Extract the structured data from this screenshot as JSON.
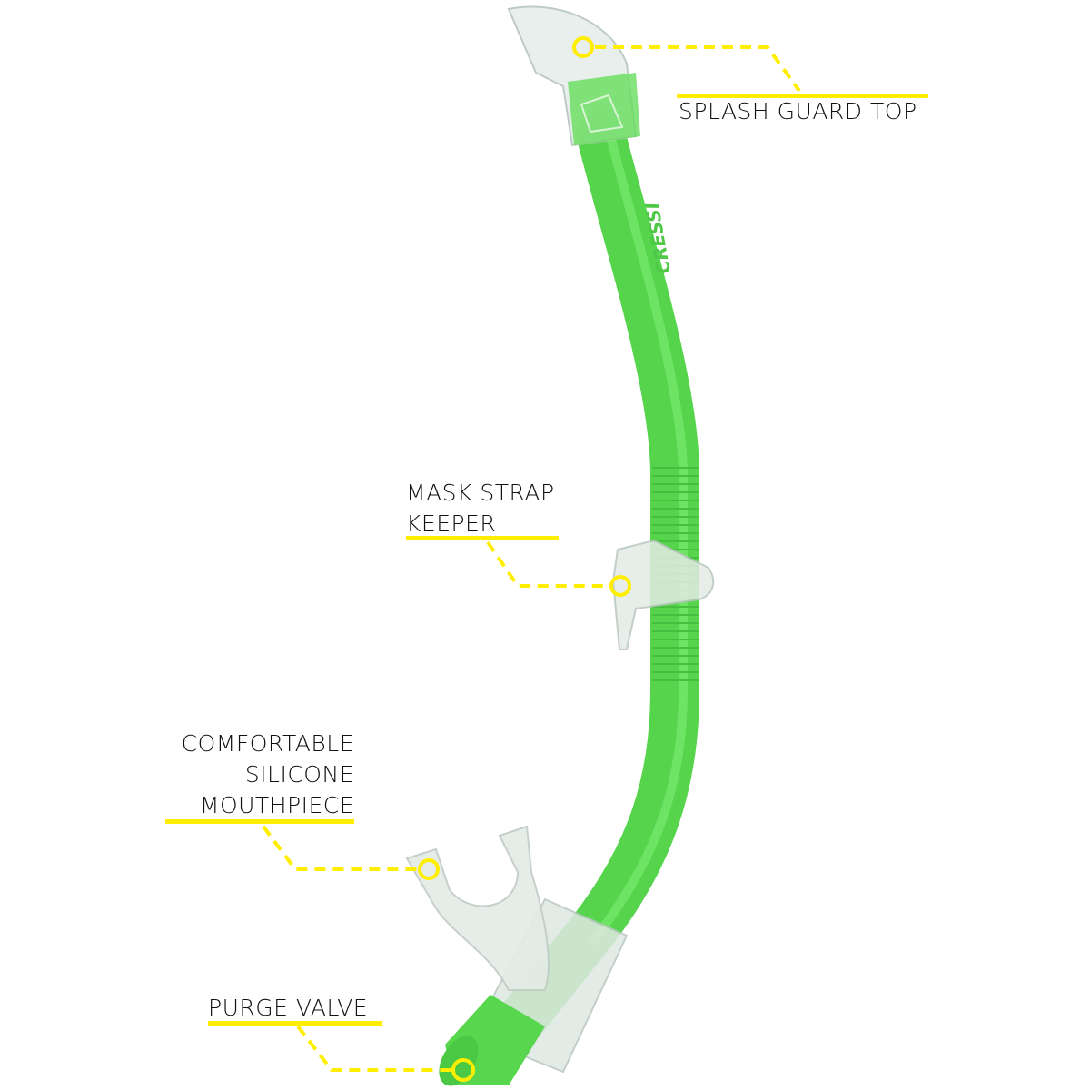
{
  "colors": {
    "accent": "#ffee00",
    "snorkel_green": "#5fdc55",
    "text": "#111111"
  },
  "brand_mark": "CRESSI",
  "callouts": [
    {
      "id": "splash-guard-top",
      "lines": [
        "SPLASH GUARD TOP"
      ]
    },
    {
      "id": "mask-strap-keeper",
      "lines": [
        "MASK STRAP",
        "KEEPER"
      ]
    },
    {
      "id": "comfortable-silicone-mouthpiece",
      "lines": [
        "COMFORTABLE",
        "SILICONE",
        "MOUTHPIECE"
      ]
    },
    {
      "id": "purge-valve",
      "lines": [
        "PURGE VALVE"
      ]
    }
  ]
}
